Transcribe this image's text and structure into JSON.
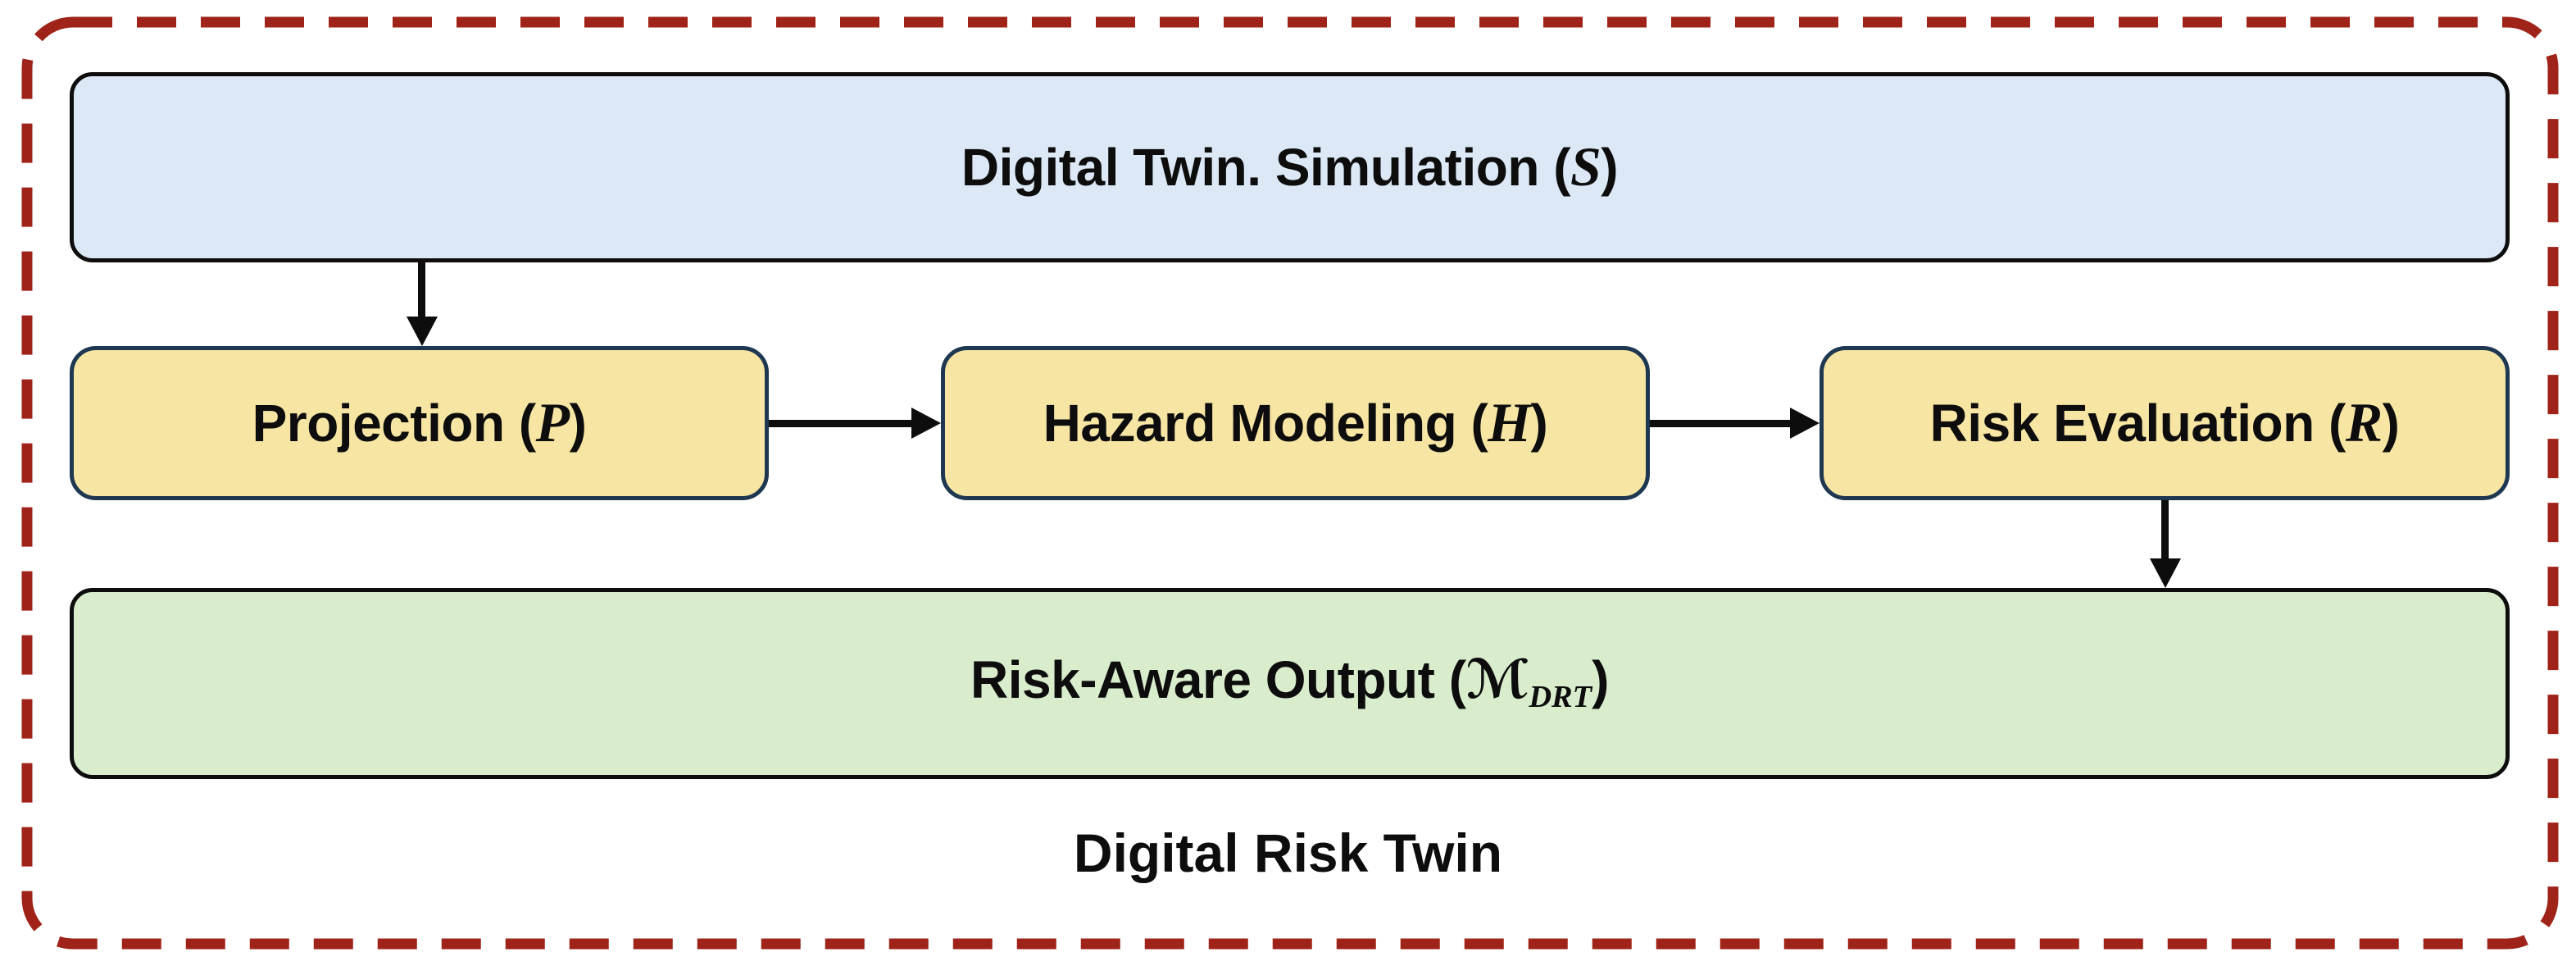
{
  "diagram": {
    "type": "flowchart",
    "caption": "Digital Risk Twin",
    "nodes": {
      "simulation": {
        "prefix": "Digital Twin. Simulation (",
        "var": "S",
        "suffix": ")"
      },
      "projection": {
        "prefix": "Projection (",
        "var": "P",
        "suffix": ")"
      },
      "hazard": {
        "prefix": "Hazard Modeling (",
        "var": "H",
        "suffix": ")"
      },
      "risk": {
        "prefix": "Risk Evaluation (",
        "var": "R",
        "suffix": ")"
      },
      "output": {
        "prefix": "Risk-Aware Output (",
        "var": "ℳ",
        "sub": "DRT",
        "suffix": ")"
      }
    },
    "edges": [
      {
        "from": "simulation",
        "to": "projection",
        "direction": "down"
      },
      {
        "from": "projection",
        "to": "hazard",
        "direction": "right"
      },
      {
        "from": "hazard",
        "to": "risk",
        "direction": "right"
      },
      {
        "from": "risk",
        "to": "output",
        "direction": "down"
      }
    ],
    "colors": {
      "simulation_fill": "#dce8f6",
      "process_fill": "#f7e5a3",
      "process_border": "#1e3851",
      "output_fill": "#d9edcc",
      "box_border": "#0d0d0d",
      "boundary_red": "#9f2318",
      "arrow": "#0d0d0d",
      "text": "#0d0d0d"
    }
  }
}
